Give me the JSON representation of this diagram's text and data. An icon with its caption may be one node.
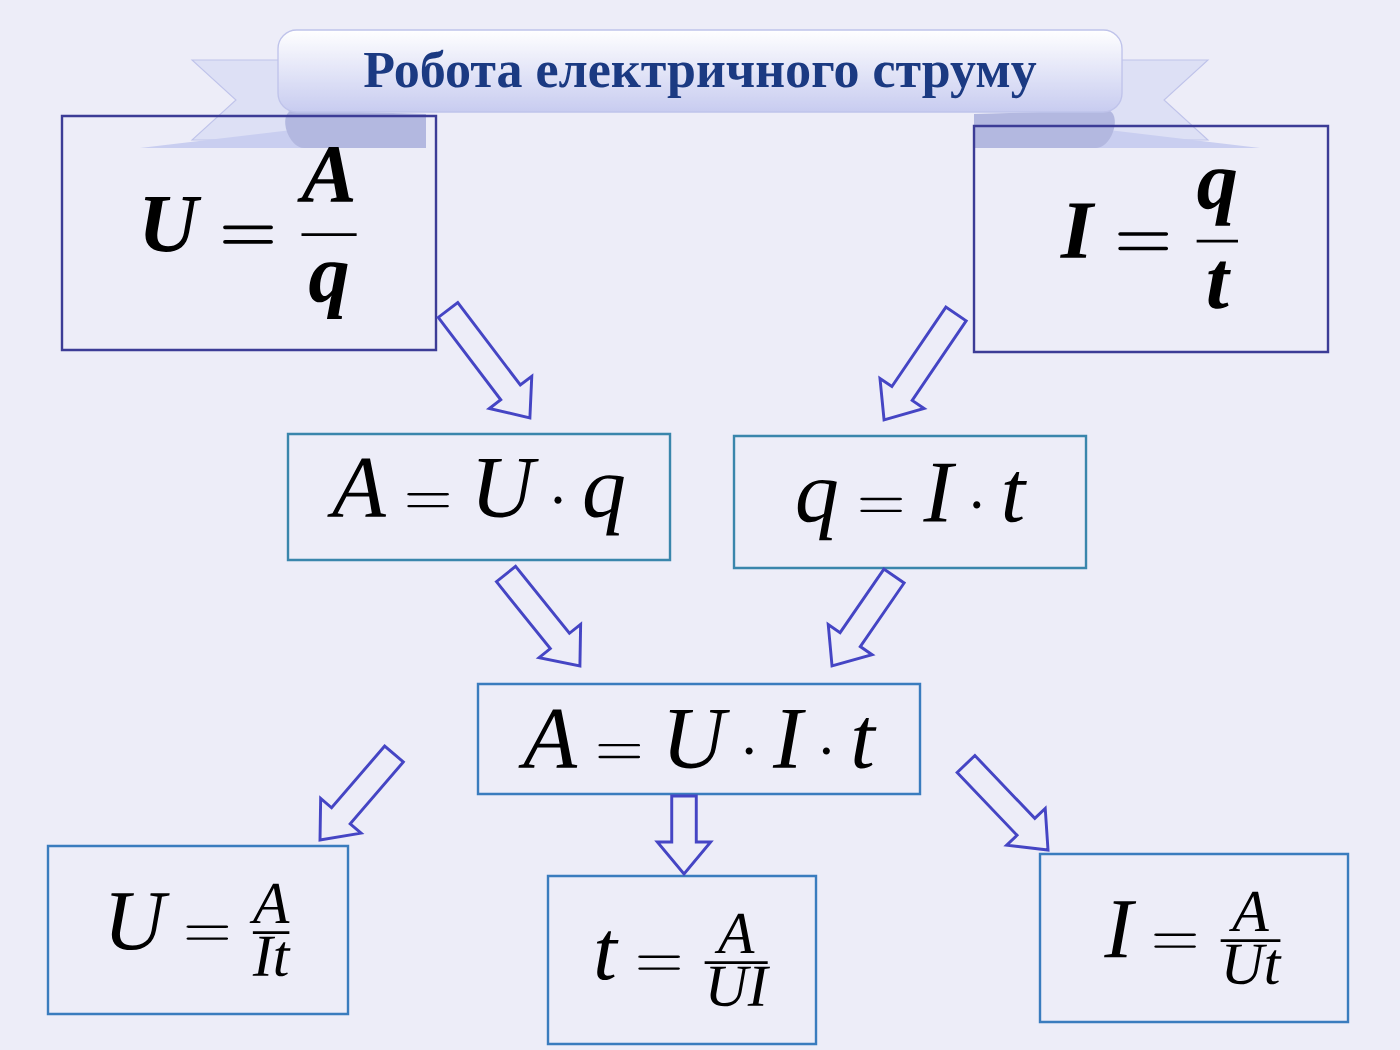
{
  "diagram": {
    "title": "Робота електричного струму",
    "nodes": [
      {
        "text": [
          "U = \\frac{A}{q}"
        ]
      },
      {
        "text": [
          "I = \\frac{q}{t}"
        ]
      },
      {
        "text": [
          "A = U \\cdot q"
        ]
      },
      {
        "text": [
          "q = I \\cdot t"
        ]
      },
      {
        "text": [
          "A = U \\cdot I \\cdot t"
        ]
      },
      {
        "text": [
          "U = \\frac{A}{It}"
        ]
      },
      {
        "text": [
          "t = \\frac{A}{UI}"
        ]
      },
      {
        "text": [
          "I = \\frac{A}{Ut}"
        ]
      }
    ],
    "edges": [
      {
        "from": 0,
        "to": 2,
        "arrow": "to"
      },
      {
        "from": 1,
        "to": 3,
        "arrow": "to"
      },
      {
        "from": 2,
        "to": 4,
        "arrow": "to"
      },
      {
        "from": 3,
        "to": 4,
        "arrow": "to"
      },
      {
        "from": 4,
        "to": 5,
        "arrow": "to"
      },
      {
        "from": 4,
        "to": 6,
        "arrow": "to"
      },
      {
        "from": 4,
        "to": 7,
        "arrow": "to"
      }
    ]
  }
}
